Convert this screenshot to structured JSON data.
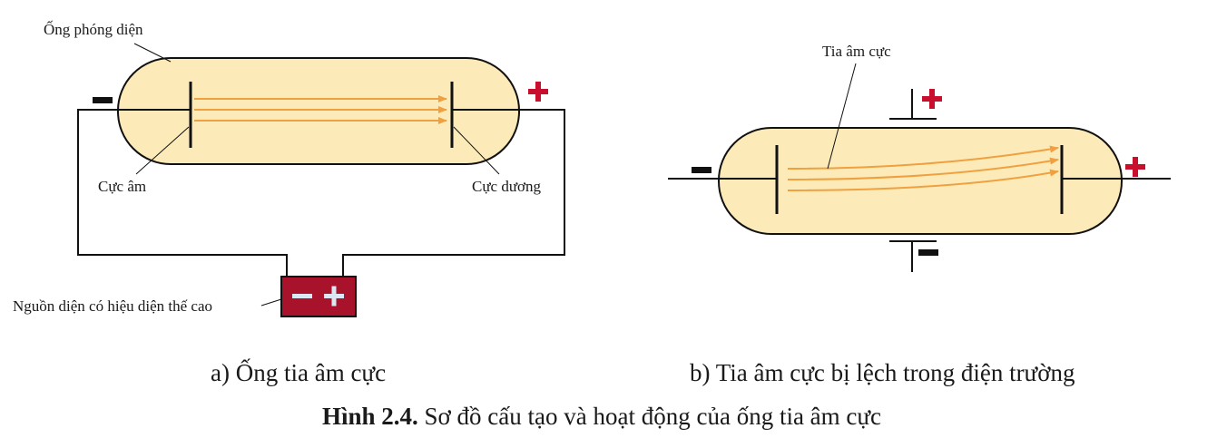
{
  "diagram_a": {
    "tube_label": "Ống phóng diện",
    "cathode_label": "Cực âm",
    "anode_label": "Cực dương",
    "source_label": "Nguồn diện có hiệu diện thế cao",
    "caption": "a) Ống tia âm cực"
  },
  "diagram_b": {
    "ray_label": "Tia âm cực",
    "caption": "b) Tia âm cực bị lệch trong điện trường"
  },
  "figure": {
    "number": "Hình 2.4.",
    "title": "Sơ đồ cấu tạo và hoạt động của ống tia âm cực"
  },
  "colors": {
    "tube_fill": "#fcebb8",
    "ray": "#f0a040",
    "sign_red": "#c8102e",
    "battery": "#a8122a"
  }
}
